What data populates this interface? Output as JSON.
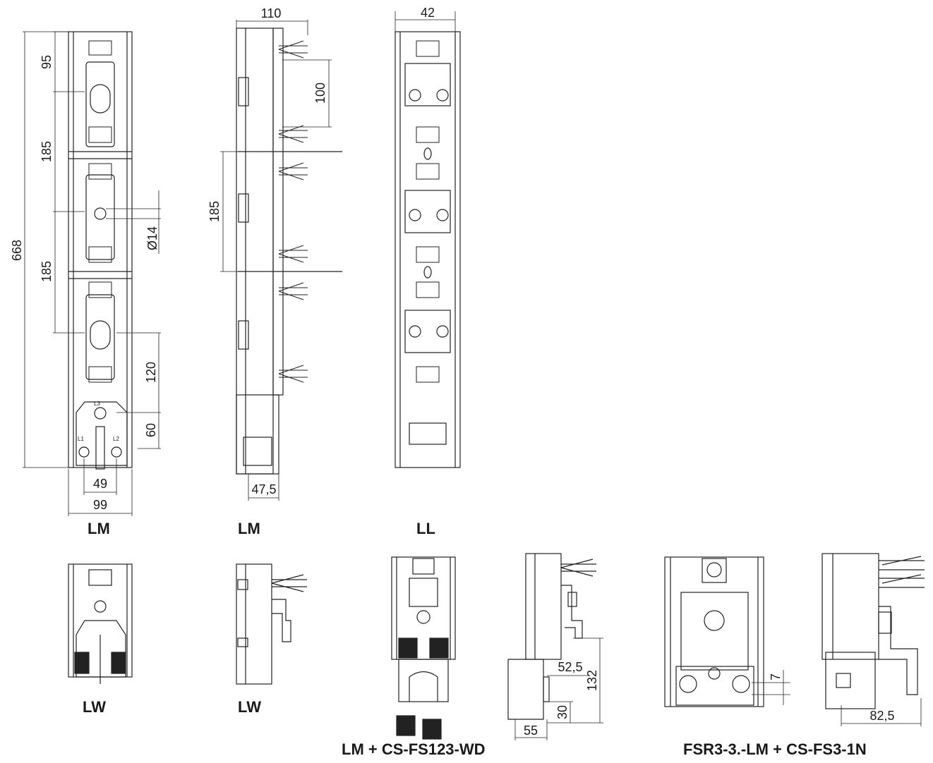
{
  "views": {
    "v1": {
      "label": "LM"
    },
    "v2": {
      "label": "LM"
    },
    "v3": {
      "label": "LL"
    },
    "v4": {
      "label": "LW"
    },
    "v5": {
      "label": "LW"
    },
    "v6": {
      "label": "LM + CS-FS123-WD"
    },
    "v7": {
      "label": "FSR3-3.-LM + CS-FS3-1N"
    }
  },
  "dimensions": {
    "v1": {
      "d668": "668",
      "d95": "95",
      "d185a": "185",
      "d185b": "185",
      "d14": "Ø14",
      "d120": "120",
      "d60": "60",
      "d49": "49",
      "d99": "99"
    },
    "v2": {
      "d110": "110",
      "d100": "100",
      "d185": "185",
      "d47": "47,5"
    },
    "v3": {
      "d42": "42"
    },
    "v6": {
      "d52": "52,5",
      "d132": "132",
      "d30": "30",
      "d55": "55"
    },
    "v7": {
      "d7": "7",
      "d82": "82,5"
    }
  },
  "markings": {
    "phase_l1": "L1",
    "phase_l2": "L2",
    "phase_l3": "L3"
  }
}
